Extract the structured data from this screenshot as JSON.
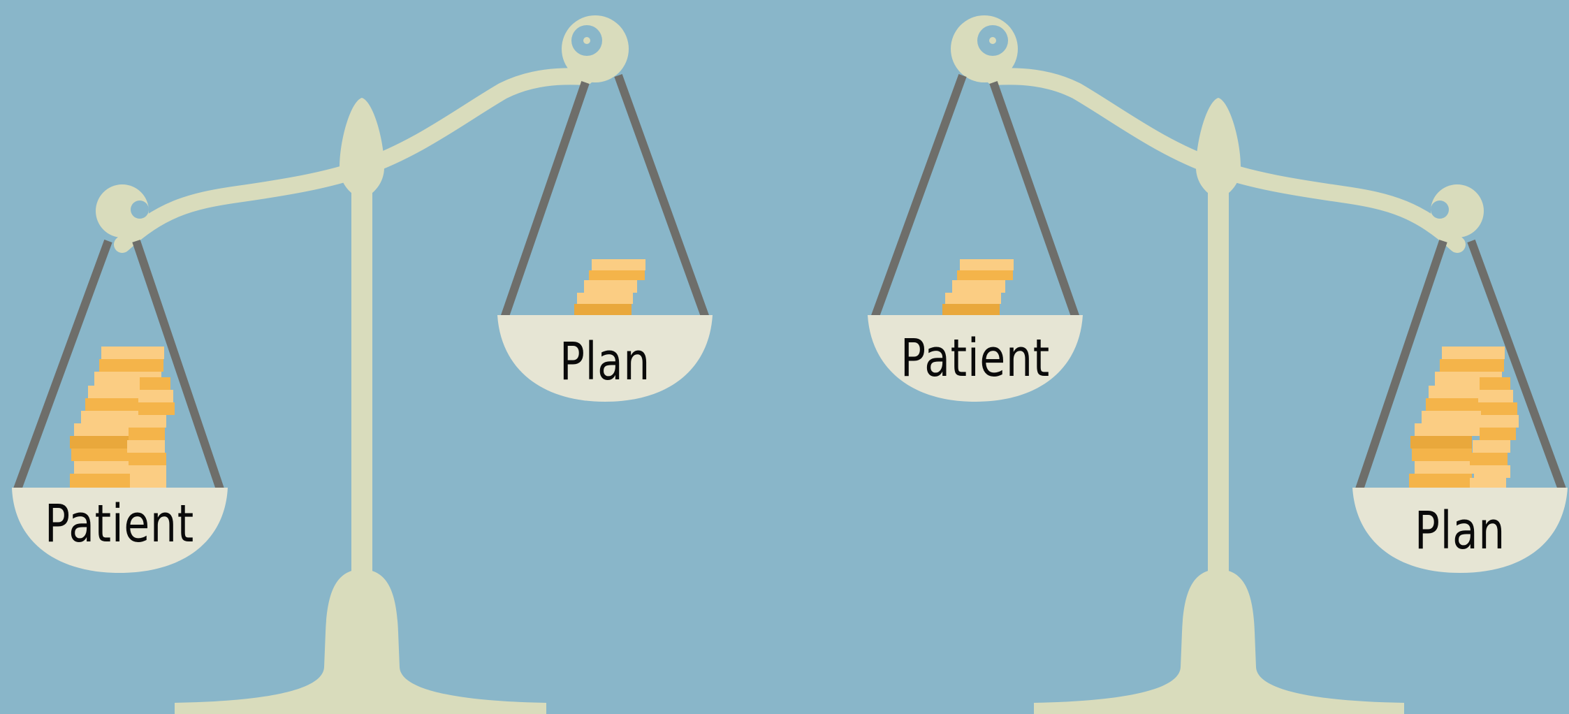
{
  "colors": {
    "background": "#89b6c9",
    "scale_body": "#d9dcbc",
    "pan": "#e6e5d4",
    "rope": "#6e6e6a",
    "coin_light": "#fbcd83",
    "coin_mid": "#f4b44a",
    "coin_dark": "#e9a83c",
    "label": "#0a0a0a"
  },
  "scales": [
    {
      "tilt": "left-pan-heavy",
      "left_pan": {
        "label": "Patient",
        "coins": "many"
      },
      "right_pan": {
        "label": "Plan",
        "coins": "few"
      }
    },
    {
      "tilt": "right-pan-heavy",
      "left_pan": {
        "label": "Patient",
        "coins": "few"
      },
      "right_pan": {
        "label": "Plan",
        "coins": "many"
      }
    }
  ]
}
